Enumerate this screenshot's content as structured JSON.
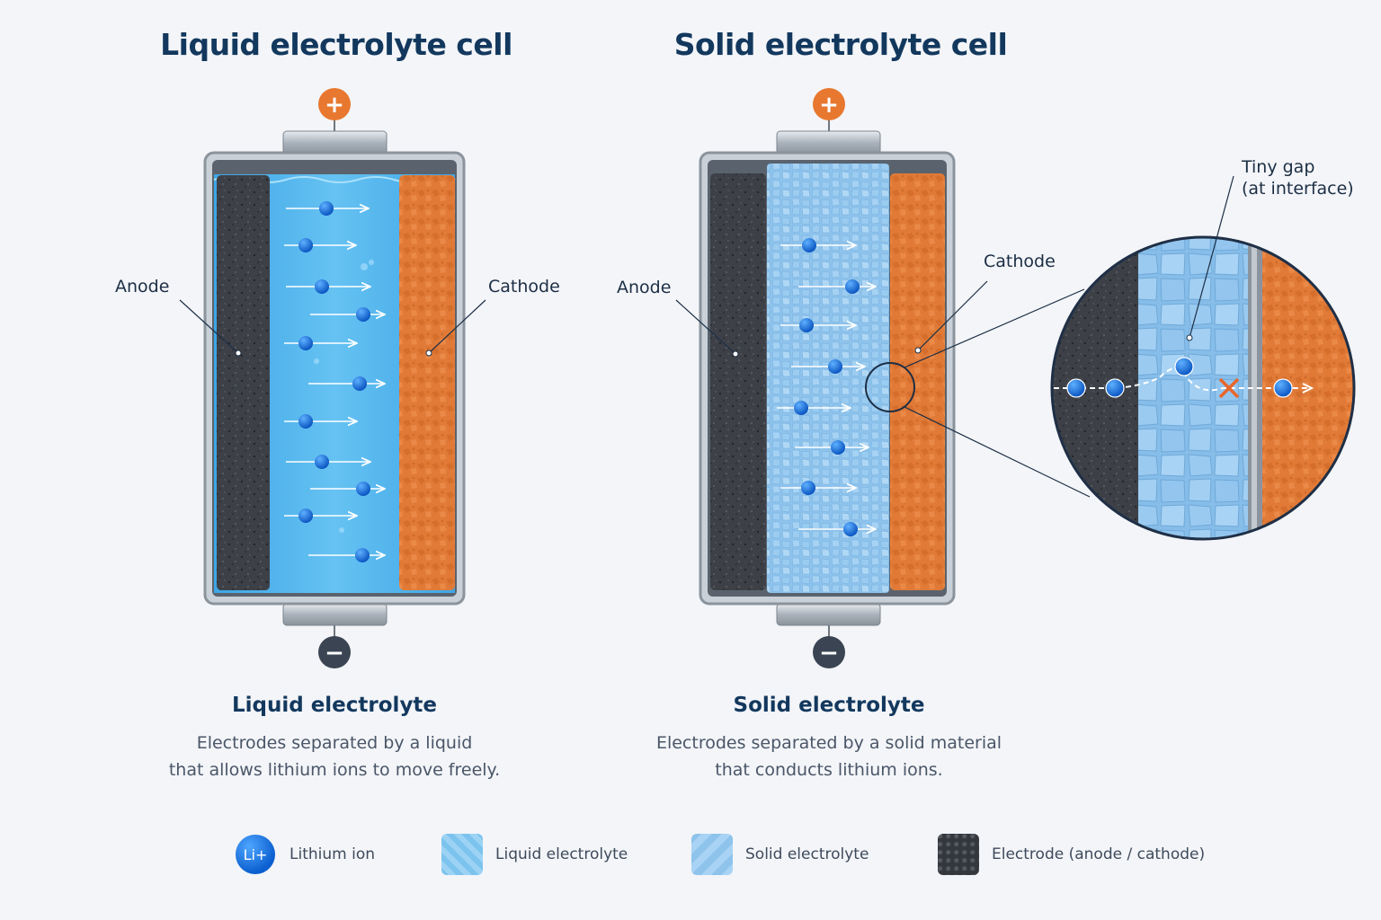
{
  "titles": {
    "left": "Liquid electrolyte cell",
    "right": "Solid electrolyte cell"
  },
  "labels": {
    "anode": "Anode",
    "cathode": "Cathode",
    "gap_line1": "Tiny gap",
    "gap_line2": "(at interface)"
  },
  "terminals": {
    "positive": "+",
    "negative": "−"
  },
  "captions": {
    "left": {
      "title": "Liquid electrolyte",
      "line1": "Electrodes separated by a liquid",
      "line2": "that allows lithium ions to move freely."
    },
    "right": {
      "title": "Solid electrolyte",
      "line1": "Electrodes separated by a solid material",
      "line2": "that conducts lithium ions."
    }
  },
  "legend": {
    "li_symbol": "Li+",
    "items": [
      "Lithium ion",
      "Liquid electrolyte",
      "Solid electrolyte",
      "Electrode (anode / cathode)"
    ]
  },
  "colors": {
    "anode": "#3b3f45",
    "cathode": "#e07a36",
    "liquid": "#4fb4ec",
    "solid": "#8ec3ec",
    "ion": "#1466d6",
    "terminal_positive": "#e8782f",
    "terminal_negative": "#3b4452"
  }
}
